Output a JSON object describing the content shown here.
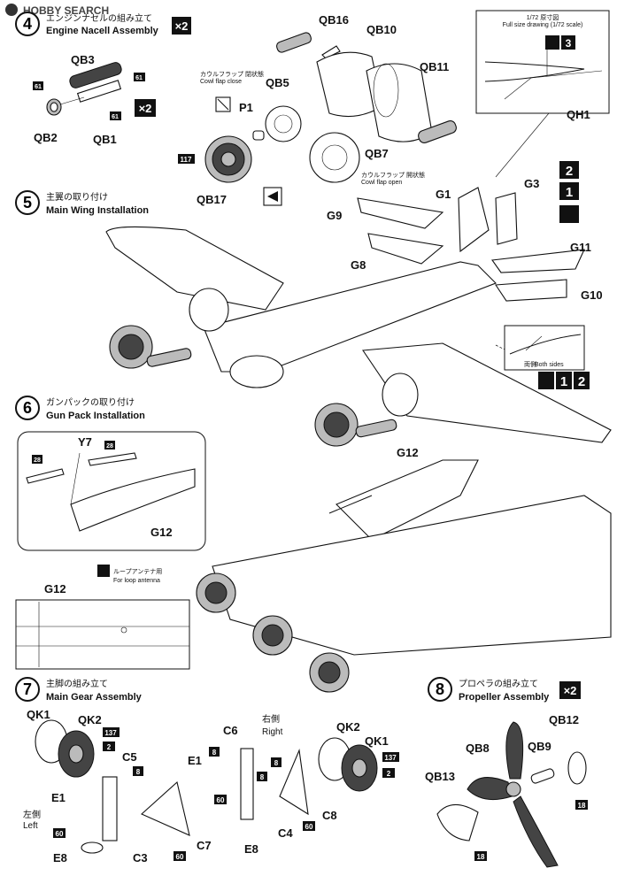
{
  "watermark": "HOBBY SEARCH",
  "steps": {
    "s4": {
      "num": "4",
      "jp": "エンジンナセルの組み立て",
      "en": "Engine Nacell Assembly",
      "mult": "×2"
    },
    "s5": {
      "num": "5",
      "jp": "主翼の取り付け",
      "en": "Main Wing Installation"
    },
    "s6": {
      "num": "6",
      "jp": "ガンパックの取り付け",
      "en": "Gun Pack Installation"
    },
    "s7": {
      "num": "7",
      "jp": "主脚の組み立て",
      "en": "Main Gear Assembly"
    },
    "s8": {
      "num": "8",
      "jp": "プロペラの組み立て",
      "en": "Propeller Assembly",
      "mult": "×2"
    }
  },
  "s4_parts": {
    "qb3": "QB3",
    "qb2": "QB2",
    "qb1": "QB1",
    "mult2": "×2",
    "qb16": "QB16",
    "qb10": "QB10",
    "qb11": "QB11",
    "qb5": "QB5",
    "p1": "P1",
    "qb17": "QB17",
    "qb7": "QB7",
    "qh1": "QH1",
    "n61a": "61",
    "n61b": "61",
    "n61c": "61",
    "n117": "117",
    "cowl_close_jp": "カウルフラップ 閉状態",
    "cowl_close_en": "Cowl flap close",
    "cowl_open_jp": "カウルフラップ 開状態",
    "cowl_open_en": "Cowl flap open",
    "full_size_jp": "1/72 原寸図",
    "full_size_en": "Full size drawing (1/72 scale)",
    "paint3": "3"
  },
  "s5_parts": {
    "g1": "G1",
    "g3": "G3",
    "g9": "G9",
    "g8": "G8",
    "g11": "G11",
    "g10": "G10",
    "paint2": "2",
    "paint1": "1",
    "both_jp": "両側",
    "both_en": "Both sides",
    "p1b": "1",
    "p2b": "2"
  },
  "s6_parts": {
    "y7": "Y7",
    "n28a": "28",
    "n28b": "28",
    "g12a": "G12",
    "g12b": "G12",
    "g12c": "G12",
    "loop_jp": "ループアンテナ用",
    "loop_en": "For loop antenna"
  },
  "s7_parts": {
    "qk1": "QK1",
    "qk2": "QK2",
    "n137": "137",
    "n2": "2",
    "c5": "C5",
    "n8": "8",
    "e1": "E1",
    "left_jp": "左側",
    "left_en": "Left",
    "n60a": "60",
    "n60b": "60",
    "e8": "E8",
    "c3": "C3",
    "c7": "C7",
    "c6": "C6",
    "right_jp": "右側",
    "right_en": "Right",
    "n8b": "8",
    "n8c": "8",
    "n8d": "8",
    "e1b": "E1",
    "n60c": "60",
    "n60d": "60",
    "e8b": "E8",
    "c4": "C4",
    "c8": "C8",
    "qk2b": "QK2",
    "qk1b": "QK1",
    "n137b": "137",
    "n2b": "2"
  },
  "s8_parts": {
    "qb8": "QB8",
    "qb9": "QB9",
    "qb12": "QB12",
    "qb13": "QB13",
    "n18a": "18",
    "n18b": "18"
  }
}
